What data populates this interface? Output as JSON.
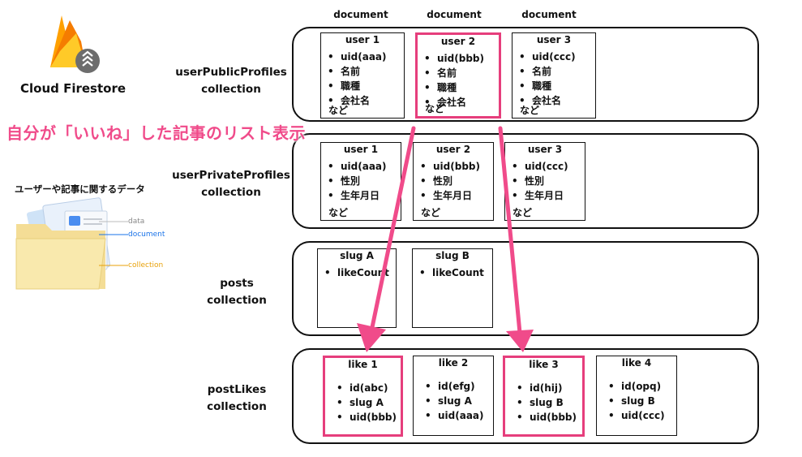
{
  "brand": {
    "name": "Cloud Firestore"
  },
  "column_headers": [
    "document",
    "document",
    "document"
  ],
  "collections": {
    "public": {
      "name": "userPublicProfiles",
      "suffix": "collection"
    },
    "private": {
      "name": "userPrivateProfiles",
      "suffix": "collection"
    },
    "posts": {
      "name": "posts",
      "suffix": "collection"
    },
    "likes": {
      "name": "postLikes",
      "suffix": "collection"
    }
  },
  "public_docs": [
    {
      "title": "user 1",
      "items": [
        "uid(aaa)",
        "名前",
        "職種",
        "会社名"
      ],
      "etc": "など"
    },
    {
      "title": "user 2",
      "items": [
        "uid(bbb)",
        "名前",
        "職種",
        "会社名"
      ],
      "etc": "など"
    },
    {
      "title": "user 3",
      "items": [
        "uid(ccc)",
        "名前",
        "職種",
        "会社名"
      ],
      "etc": "など"
    }
  ],
  "private_docs": [
    {
      "title": "user 1",
      "items": [
        "uid(aaa)",
        "性別",
        "生年月日"
      ],
      "etc": "など"
    },
    {
      "title": "user 2",
      "items": [
        "uid(bbb)",
        "性別",
        "生年月日"
      ],
      "etc": "など"
    },
    {
      "title": "user 3",
      "items": [
        "uid(ccc)",
        "性別",
        "生年月日"
      ],
      "etc": "など"
    }
  ],
  "post_docs": [
    {
      "title": "slug A",
      "items": [
        "likeCount"
      ]
    },
    {
      "title": "slug B",
      "items": [
        "likeCount"
      ]
    }
  ],
  "like_docs": [
    {
      "title": "like 1",
      "items": [
        "id(abc)",
        "slug A",
        "uid(bbb)"
      ]
    },
    {
      "title": "like 2",
      "items": [
        "id(efg)",
        "slug A",
        "uid(aaa)"
      ]
    },
    {
      "title": "like 3",
      "items": [
        "id(hij)",
        "slug B",
        "uid(bbb)"
      ]
    },
    {
      "title": "like 4",
      "items": [
        "id(opq)",
        "slug B",
        "uid(ccc)"
      ]
    }
  ],
  "banner": "自分が「いいね」した記事のリスト表示",
  "legend": {
    "title": "ユーザーや記事に関するデータ",
    "data": "data",
    "document": "document",
    "collection": "collection",
    "doc_color": "#1a73e8",
    "coll_color": "#e8a10a"
  },
  "colors": {
    "accent": "#f04b8a",
    "highlight_border": "#e63e7c"
  }
}
